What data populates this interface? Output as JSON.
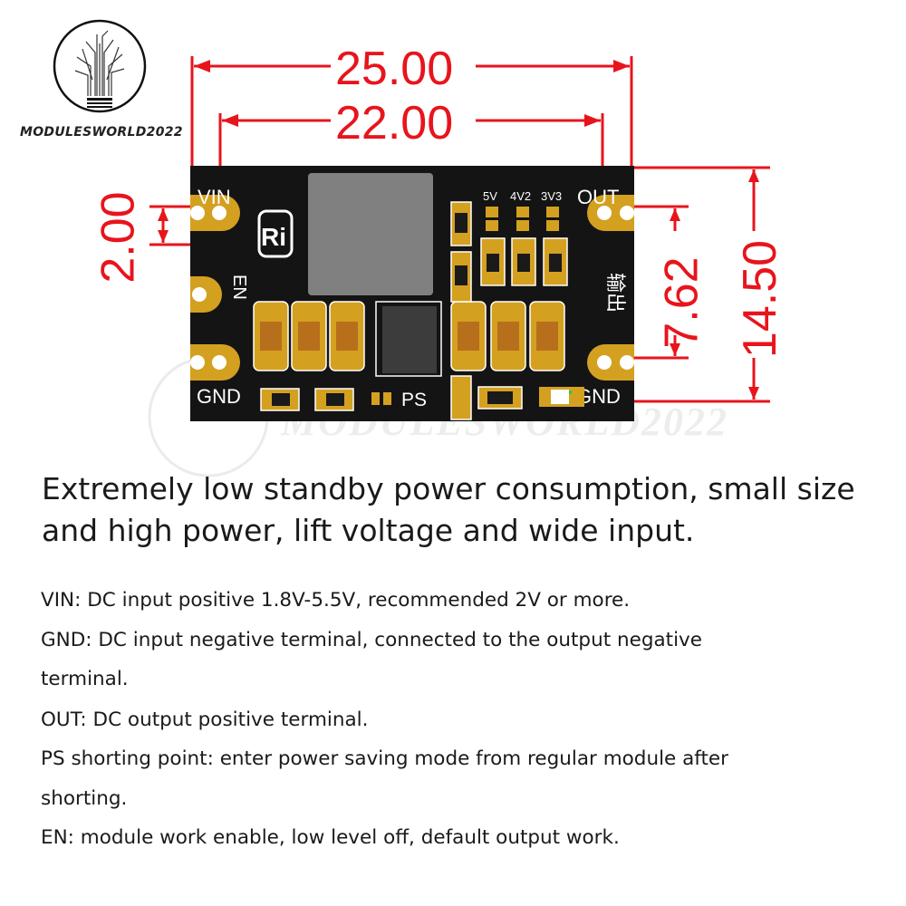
{
  "logo": {
    "brand_text": "MODULESWORLD2022"
  },
  "watermark": "MODULESWORLD2022",
  "dimensions": {
    "overall_width": "25.00",
    "hole_spacing_width": "22.00",
    "pad_height": "2.00",
    "hole_spacing_height": "7.62",
    "overall_height": "14.50"
  },
  "board": {
    "pin_vin": "VIN",
    "pin_en": "EN",
    "pin_gnd_left": "GND",
    "pin_out": "OUT",
    "pin_gnd_right": "GND",
    "ps_label": "PS",
    "voltage_options": [
      "5V",
      "4V2",
      "3V3"
    ],
    "chip_logo": "Ri",
    "output_label": "输出",
    "colors": {
      "pcb": "#141414",
      "gold": "#d4a020",
      "inductor": "#808080",
      "ic": "#3c3c3c",
      "dimension": "#e8141c"
    }
  },
  "headline": [
    "Extremely low standby power consumption, small size",
    "and high power, lift voltage and wide input."
  ],
  "specs": [
    "VIN: DC input positive 1.8V-5.5V, recommended 2V or more.",
    "GND: DC input negative terminal, connected to the output negative",
    "terminal.",
    "OUT: DC output positive terminal.",
    "PS shorting point: enter power saving mode from regular module after",
    "shorting.",
    "EN: module work enable, low level off, default output work."
  ]
}
